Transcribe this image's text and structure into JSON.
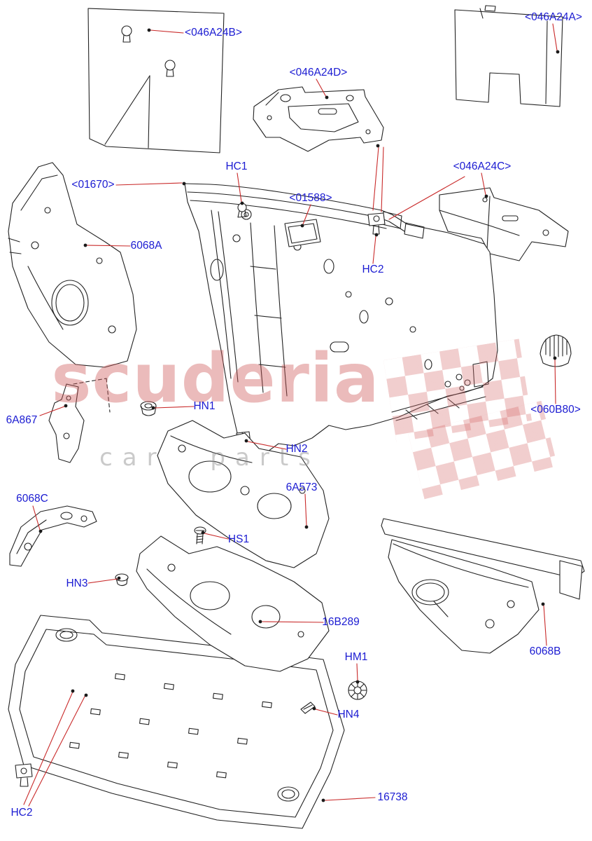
{
  "colors": {
    "label_blue": "#1b1bd2",
    "leader_red": "#c92a2a",
    "line_black": "#222222",
    "watermark_pink": "#cc5454",
    "watermark_gray": "#919191"
  },
  "watermark": {
    "line1": "scuderia",
    "line2": "car parts"
  },
  "callouts": [
    {
      "id": "046A24B",
      "label": "<046A24B>"
    },
    {
      "id": "046A24D",
      "label": "<046A24D>"
    },
    {
      "id": "046A24A",
      "label": "<046A24A>"
    },
    {
      "id": "HC1",
      "label": "HC1"
    },
    {
      "id": "01670",
      "label": "<01670>"
    },
    {
      "id": "01588",
      "label": "<01588>"
    },
    {
      "id": "046A24C",
      "label": "<046A24C>"
    },
    {
      "id": "6068A",
      "label": "6068A"
    },
    {
      "id": "HC2-top",
      "label": "HC2"
    },
    {
      "id": "060B80",
      "label": "<060B80>"
    },
    {
      "id": "6A867",
      "label": "6A867"
    },
    {
      "id": "HN1",
      "label": "HN1"
    },
    {
      "id": "HN2",
      "label": "HN2"
    },
    {
      "id": "6068C",
      "label": "6068C"
    },
    {
      "id": "6A573",
      "label": "6A573"
    },
    {
      "id": "HS1",
      "label": "HS1"
    },
    {
      "id": "HN3",
      "label": "HN3"
    },
    {
      "id": "16B289",
      "label": "16B289"
    },
    {
      "id": "HM1",
      "label": "HM1"
    },
    {
      "id": "6068B",
      "label": "6068B"
    },
    {
      "id": "HN4",
      "label": "HN4"
    },
    {
      "id": "HC2-bottom",
      "label": "HC2"
    },
    {
      "id": "16738",
      "label": "16738"
    }
  ]
}
